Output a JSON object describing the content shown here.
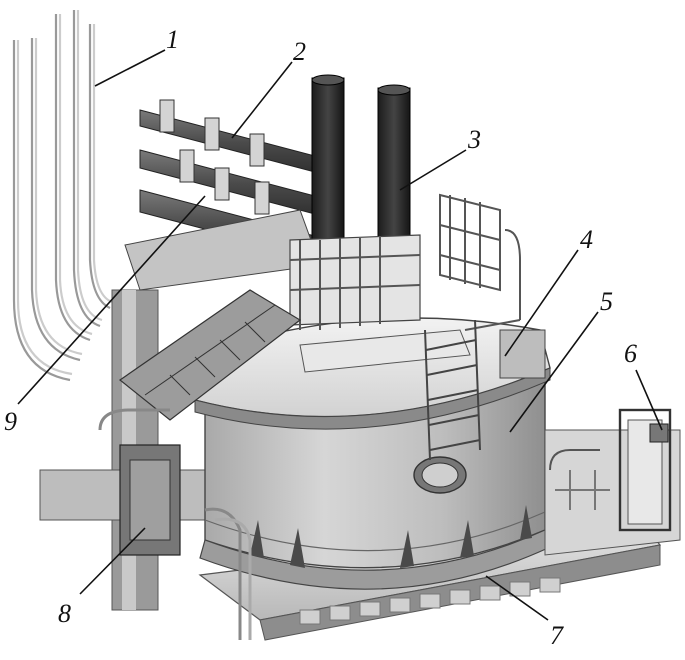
{
  "figure": {
    "callouts": [
      {
        "label": "1"
      },
      {
        "label": "2"
      },
      {
        "label": "3"
      },
      {
        "label": "4"
      },
      {
        "label": "5"
      },
      {
        "label": "6"
      },
      {
        "label": "7"
      },
      {
        "label": "8"
      },
      {
        "label": "9"
      }
    ]
  }
}
